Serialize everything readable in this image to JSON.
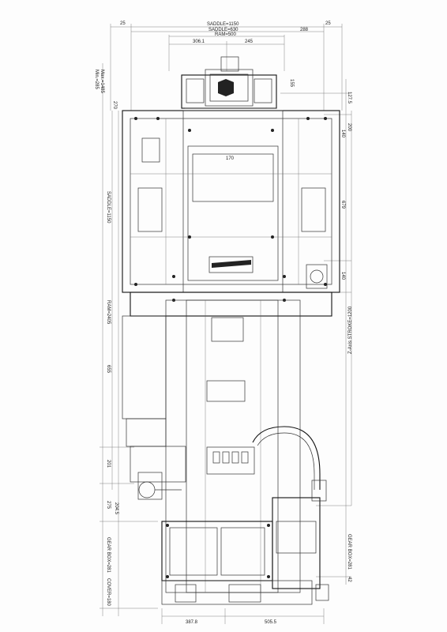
{
  "drawing": {
    "dimensions": {
      "top_left_25": "25",
      "top_right_25": "25",
      "saddle_1150": "SADDLE=1150",
      "saddle_630": "SADDLE=630",
      "ram_500": "RAM=500",
      "d_306_1": "306.1",
      "d_245": "245",
      "d_288": "288",
      "d_155": "155",
      "d_127_5": "127.5",
      "d_200": "200",
      "d_140a": "140",
      "d_679": "679",
      "d_140b": "140",
      "d_170": "170",
      "min_285": "Min.=285",
      "max_1485": "Max.=1485",
      "d_270": "270",
      "saddle_v": "SADDLE=1150",
      "ram_2405": "RAM=2405",
      "d_655": "655",
      "z_axis": "Z-Axis STROKE=1200",
      "d_201": "201",
      "d_204_5": "204.5",
      "d_275": "275",
      "gearbox_left": "GEAR BOX=281",
      "gearbox_right": "GEAR BOX=281",
      "cover_180": "COVER=180",
      "d_42": "42",
      "d_387_8": "387.8",
      "d_505_5": "505.5"
    }
  }
}
